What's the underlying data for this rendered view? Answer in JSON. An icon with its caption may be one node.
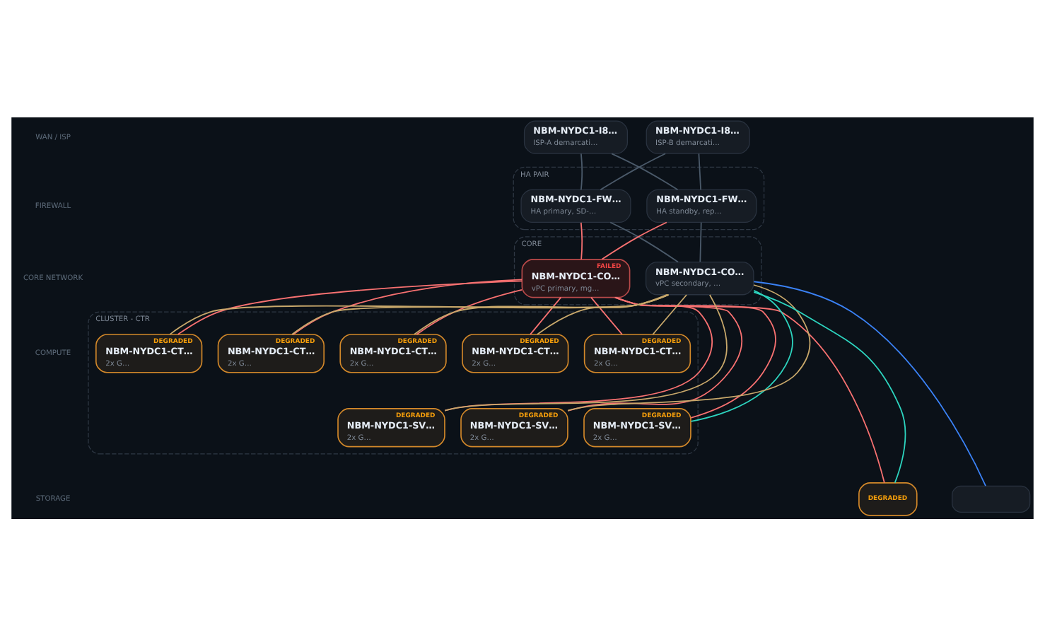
{
  "diagram": {
    "nodes": [
      {
        "text": [
          "NBM-NYDC1-I8…",
          "ISP-A demarcati…"
        ]
      },
      {
        "text": [
          "NBM-NYDC1-I8…",
          "ISP-B demarcati…"
        ]
      },
      {
        "text": [
          "HA PAIR"
        ]
      },
      {
        "text": [
          "NBM-NYDC1-FW…",
          "HA primary, SD-…"
        ],
        "in": 2
      },
      {
        "text": [
          "NBM-NYDC1-FW…",
          "HA standby, rep…"
        ],
        "in": 2
      },
      {
        "text": [
          "CORE"
        ]
      },
      {
        "text": [
          "FAILED",
          "NBM-NYDC1-CO…",
          "vPC primary, mg…"
        ],
        "in": 5
      },
      {
        "text": [
          "NBM-NYDC1-CO…",
          "vPC secondary, …"
        ],
        "in": 5
      },
      {
        "text": [
          "CLUSTER - CTR"
        ]
      },
      {
        "text": [
          "DEGRADED",
          "NBM-NYDC1-CT…",
          "2x G…"
        ],
        "in": 8
      },
      {
        "text": [
          "DEGRADED",
          "NBM-NYDC1-CT…",
          "2x G…"
        ],
        "in": 8
      },
      {
        "text": [
          "DEGRADED",
          "NBM-NYDC1-CT…",
          "2x G…"
        ],
        "in": 8
      },
      {
        "text": [
          "DEGRADED",
          "NBM-NYDC1-CT…",
          "2x G…"
        ],
        "in": 8
      },
      {
        "text": [
          "DEGRADED",
          "NBM-NYDC1-CT…",
          "2x G…"
        ],
        "in": 8
      },
      {
        "text": [
          "DEGRADED",
          "NBM-NYDC1-SV…",
          "2x G…"
        ],
        "in": 8
      },
      {
        "text": [
          "DEGRADED",
          "NBM-NYDC1-SV…",
          "2x G…"
        ],
        "in": 8
      },
      {
        "text": [
          "DEGRADED",
          "NBM-NYDC1-SV…",
          "2x G…"
        ],
        "in": 8
      },
      {
        "text": [
          "DEGRADED"
        ]
      },
      {
        "text": [],
        "shape": "box"
      }
    ],
    "edges": [
      {
        "from": 0,
        "to": 3,
        "arrow": "none",
        "color": "#4b5a6a"
      },
      {
        "from": 0,
        "to": 4,
        "arrow": "none",
        "color": "#4b5a6a"
      },
      {
        "from": 1,
        "to": 3,
        "arrow": "none",
        "color": "#4b5a6a"
      },
      {
        "from": 1,
        "to": 4,
        "arrow": "none",
        "color": "#4b5a6a"
      },
      {
        "from": 3,
        "to": 6,
        "arrow": "none",
        "color": "#f87171"
      },
      {
        "from": 4,
        "to": 6,
        "arrow": "none",
        "color": "#f87171"
      },
      {
        "from": 3,
        "to": 7,
        "arrow": "none",
        "color": "#4b5a6a"
      },
      {
        "from": 4,
        "to": 7,
        "arrow": "none",
        "color": "#4b5a6a"
      },
      {
        "from": 6,
        "to": 9,
        "arrow": "none",
        "color": "#f87171"
      },
      {
        "from": 6,
        "to": 10,
        "arrow": "none",
        "color": "#f87171"
      },
      {
        "from": 6,
        "to": 11,
        "arrow": "none",
        "color": "#f87171"
      },
      {
        "from": 6,
        "to": 12,
        "arrow": "none",
        "color": "#f87171"
      },
      {
        "from": 6,
        "to": 13,
        "arrow": "none",
        "color": "#f87171"
      },
      {
        "from": 6,
        "to": 14,
        "arrow": "none",
        "color": "#f87171"
      },
      {
        "from": 6,
        "to": 15,
        "arrow": "none",
        "color": "#f87171"
      },
      {
        "from": 6,
        "to": 16,
        "arrow": "none",
        "color": "#f87171"
      },
      {
        "from": 7,
        "to": 9,
        "arrow": "none",
        "color": "#c8a86b"
      },
      {
        "from": 7,
        "to": 10,
        "arrow": "none",
        "color": "#c8a86b"
      },
      {
        "from": 7,
        "to": 11,
        "arrow": "none",
        "color": "#c8a86b"
      },
      {
        "from": 7,
        "to": 12,
        "arrow": "none",
        "color": "#c8a86b"
      },
      {
        "from": 7,
        "to": 13,
        "arrow": "none",
        "color": "#c8a86b"
      },
      {
        "from": 7,
        "to": 14,
        "arrow": "none",
        "color": "#c8a86b"
      },
      {
        "from": 7,
        "to": 15,
        "arrow": "none",
        "color": "#2dd4bf"
      },
      {
        "from": 7,
        "to": 16,
        "arrow": "none",
        "color": "#c8a86b"
      },
      {
        "from": 6,
        "to": 17,
        "arrow": "none",
        "color": "#f87171"
      },
      {
        "from": 7,
        "to": 17,
        "arrow": "none",
        "color": "#2dd4bf"
      },
      {
        "from": 7,
        "to": 18,
        "arrow": "none",
        "color": "#3b82f6"
      }
    ],
    "labels": [
      "WAN / ISP",
      "FIREWALL",
      "CORE NETWORK",
      "COMPUTE",
      "STORAGE"
    ]
  }
}
